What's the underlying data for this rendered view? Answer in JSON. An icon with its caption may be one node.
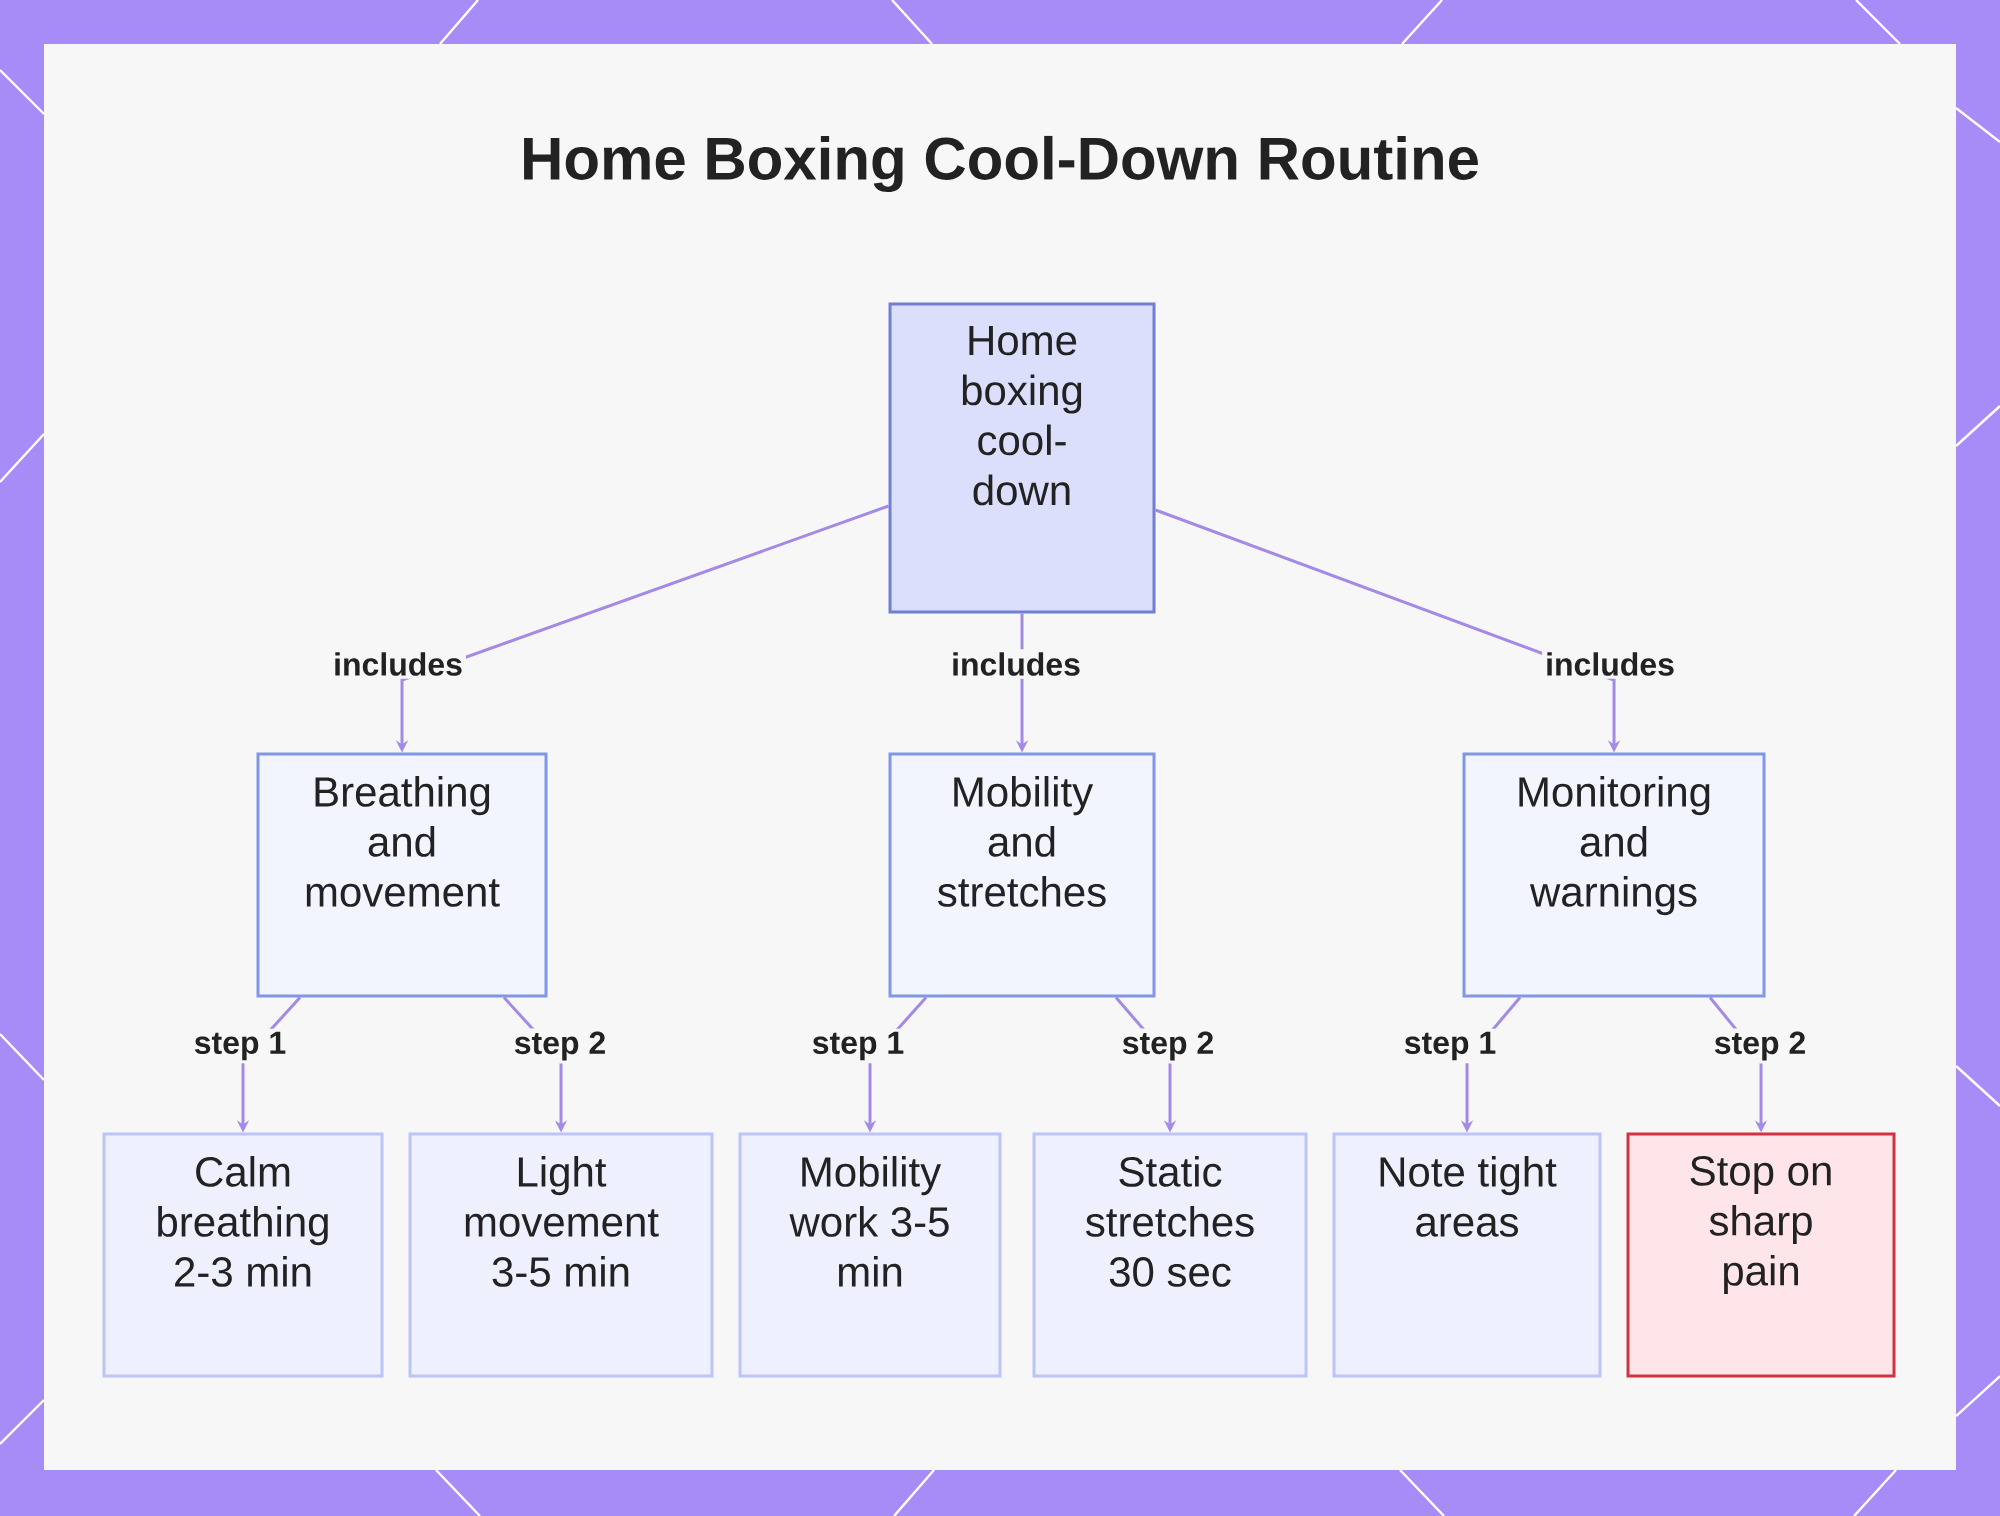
{
  "diagram": {
    "title": "Home Boxing Cool-Down Routine",
    "nodes": [
      {
        "text": [
          "Home boxing cool-down"
        ]
      },
      {
        "text": [
          "Breathing and movement"
        ]
      },
      {
        "text": [
          "Mobility and stretches"
        ]
      },
      {
        "text": [
          "Monitoring and warnings"
        ]
      },
      {
        "text": [
          "Calm breathing 2-3 min"
        ]
      },
      {
        "text": [
          "Light movement 3-5 min"
        ]
      },
      {
        "text": [
          "Mobility work 3-5 min"
        ]
      },
      {
        "text": [
          "Static stretches 30 sec"
        ]
      },
      {
        "text": [
          "Note tight areas"
        ]
      },
      {
        "text": [
          "Stop on sharp pain"
        ]
      }
    ],
    "edges": [
      {
        "from": 0,
        "to": 1,
        "arrow": "to",
        "label": "includes"
      },
      {
        "from": 0,
        "to": 2,
        "arrow": "to",
        "label": "includes"
      },
      {
        "from": 0,
        "to": 3,
        "arrow": "to",
        "label": "includes"
      },
      {
        "from": 1,
        "to": 4,
        "arrow": "to",
        "label": "step 1"
      },
      {
        "from": 1,
        "to": 5,
        "arrow": "to",
        "label": "step 2"
      },
      {
        "from": 2,
        "to": 6,
        "arrow": "to",
        "label": "step 1"
      },
      {
        "from": 2,
        "to": 7,
        "arrow": "to",
        "label": "step 2"
      },
      {
        "from": 3,
        "to": 8,
        "arrow": "to",
        "label": "step 1"
      },
      {
        "from": 3,
        "to": 9,
        "arrow": "to",
        "label": "step 2"
      }
    ]
  }
}
